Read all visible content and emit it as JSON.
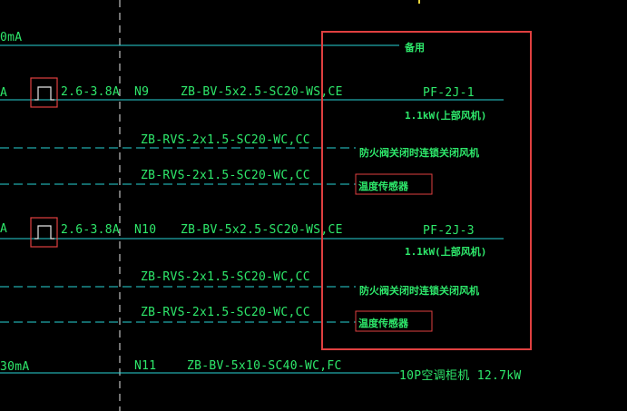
{
  "title": "",
  "rows": [
    {
      "prefix": "0mA"
    },
    {
      "prefix": "A",
      "range": "2.6-3.8A",
      "node": "N9",
      "cable": "ZB-BV-5x2.5-SC20-WS,CE",
      "label": "PF-2J-1",
      "sub": "1.1kW(上部风机)"
    },
    {
      "control": "ZB-RVS-2x1.5-SC20-WC,CC",
      "note": "防火阀关闭时连锁关闭风机"
    },
    {
      "control": "ZB-RVS-2x1.5-SC20-WC,CC",
      "note": "温度传感器"
    },
    {
      "prefix": "A",
      "range": "2.6-3.8A",
      "node": "N10",
      "cable": "ZB-BV-5x2.5-SC20-WS,CE",
      "label": "PF-2J-3",
      "sub": "1.1kW(上部风机)"
    },
    {
      "control": "ZB-RVS-2x1.5-SC20-WC,CC",
      "note": "防火阀关闭时连锁关闭风机"
    },
    {
      "control": "ZB-RVS-2x1.5-SC20-WC,CC",
      "note": "温度传感器"
    },
    {
      "prefix": "30mA",
      "node": "N11",
      "cable": "ZB-BV-5x10-SC40-WC,FC",
      "label": "10P空调柜机 12.7kW"
    }
  ],
  "spare": "备用",
  "colors": {
    "text": "#2ee86b",
    "wire": "#27d3d6",
    "highlight": "#e04040",
    "background": "#000000"
  }
}
